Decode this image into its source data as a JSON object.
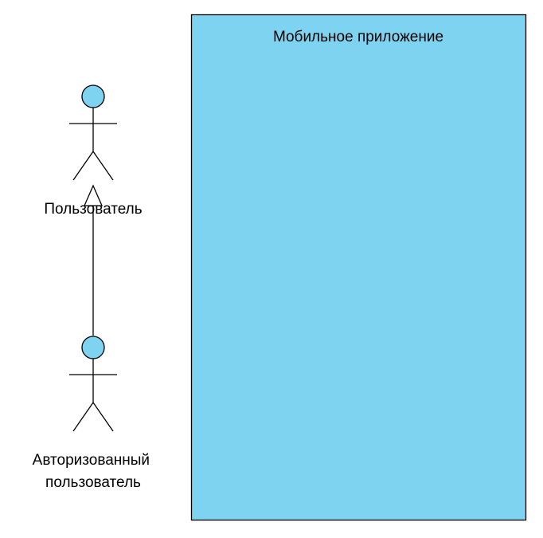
{
  "diagram": {
    "kind": "uml-use-case-diagram",
    "system_boundary": {
      "label": "Мобильное приложение",
      "fill": "#7DD3F0",
      "stroke": "#000000"
    },
    "actors": {
      "user": {
        "label": "Пользователь",
        "head_fill": "#7DD3F0"
      },
      "authorized_user": {
        "label_line1": "Авторизованный",
        "label_line2": "пользователь",
        "head_fill": "#7DD3F0"
      }
    },
    "relationship": {
      "type": "generalization",
      "from": "authorized_user",
      "to": "user",
      "arrowhead": "hollow-triangle",
      "arrowhead_fill": "#FFFFFF"
    },
    "colors": {
      "background": "#FFFFFF",
      "line": "#000000",
      "text": "#000000"
    }
  }
}
